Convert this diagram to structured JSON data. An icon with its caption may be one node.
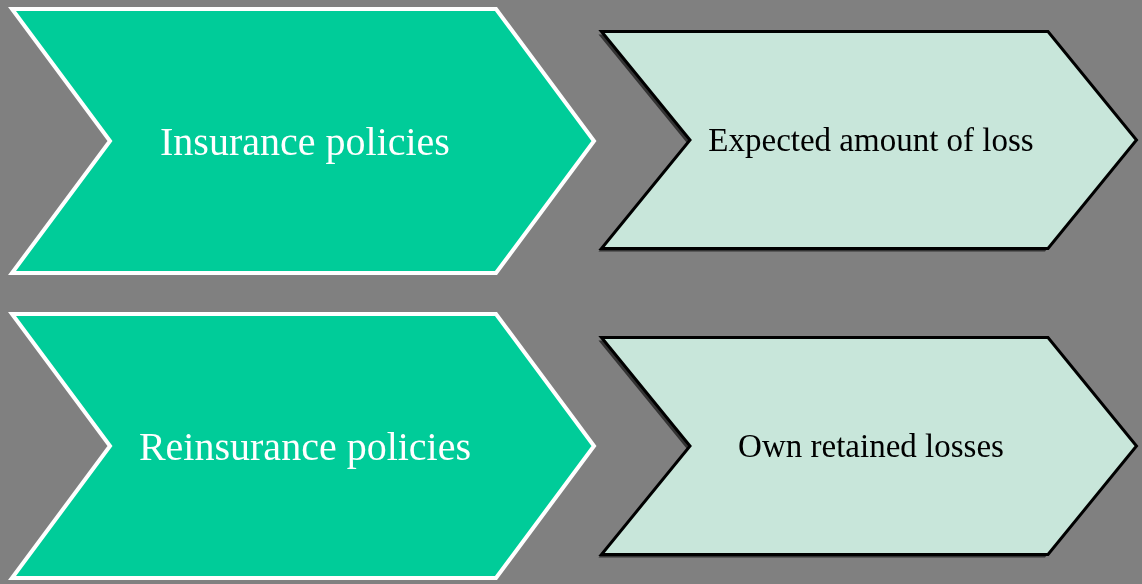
{
  "diagram": {
    "nodes": [
      {
        "text": [
          "Insurance policies"
        ]
      },
      {
        "text": [
          "Expected amount of loss"
        ]
      },
      {
        "text": [
          "Reinsurance policies"
        ]
      },
      {
        "text": [
          "Own retained losses"
        ]
      }
    ]
  }
}
